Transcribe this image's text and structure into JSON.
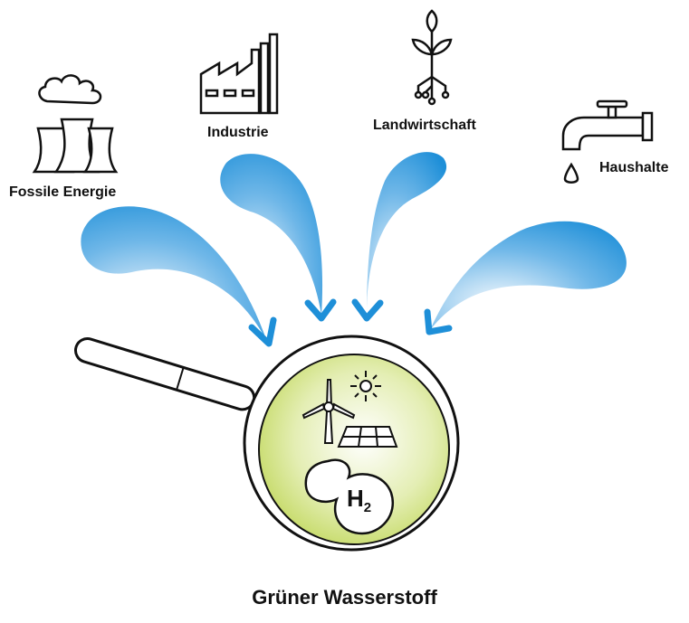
{
  "labels": {
    "fossil": "Fossile Energie",
    "industry": "Industrie",
    "agriculture": "Landwirtschaft",
    "households": "Haushalte"
  },
  "title": "Grüner Wasserstoff",
  "hydrogen_symbol": "H",
  "hydrogen_subscript": "2",
  "colors": {
    "drop_dark": "#1e8fd8",
    "drop_light": "#e8f3fb",
    "green": "#c9dd6e",
    "green_light": "#ffffff"
  }
}
